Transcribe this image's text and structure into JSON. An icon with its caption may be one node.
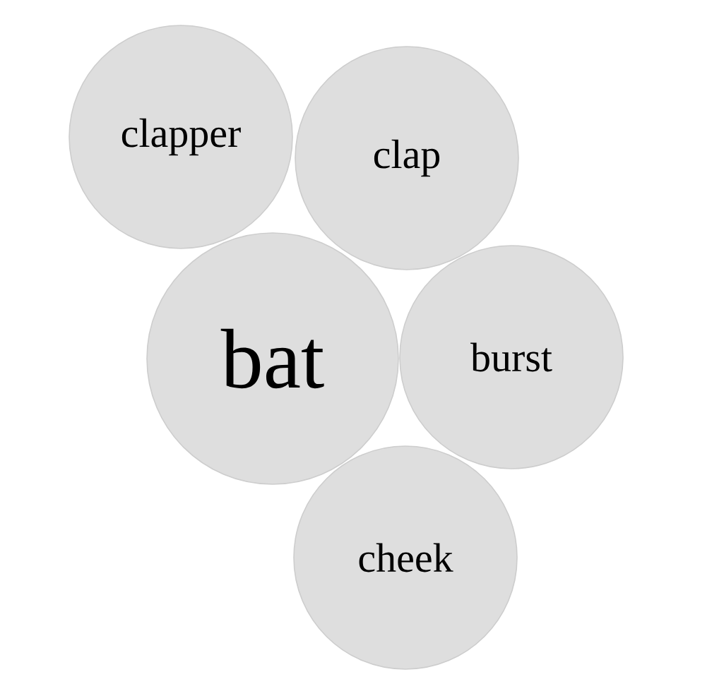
{
  "diagram": {
    "nodes": [
      {
        "text": [
          "clapper"
        ]
      },
      {
        "text": [
          "clap"
        ]
      },
      {
        "text": [
          "bat"
        ]
      },
      {
        "text": [
          "burst"
        ]
      },
      {
        "text": [
          "cheek"
        ]
      }
    ]
  }
}
